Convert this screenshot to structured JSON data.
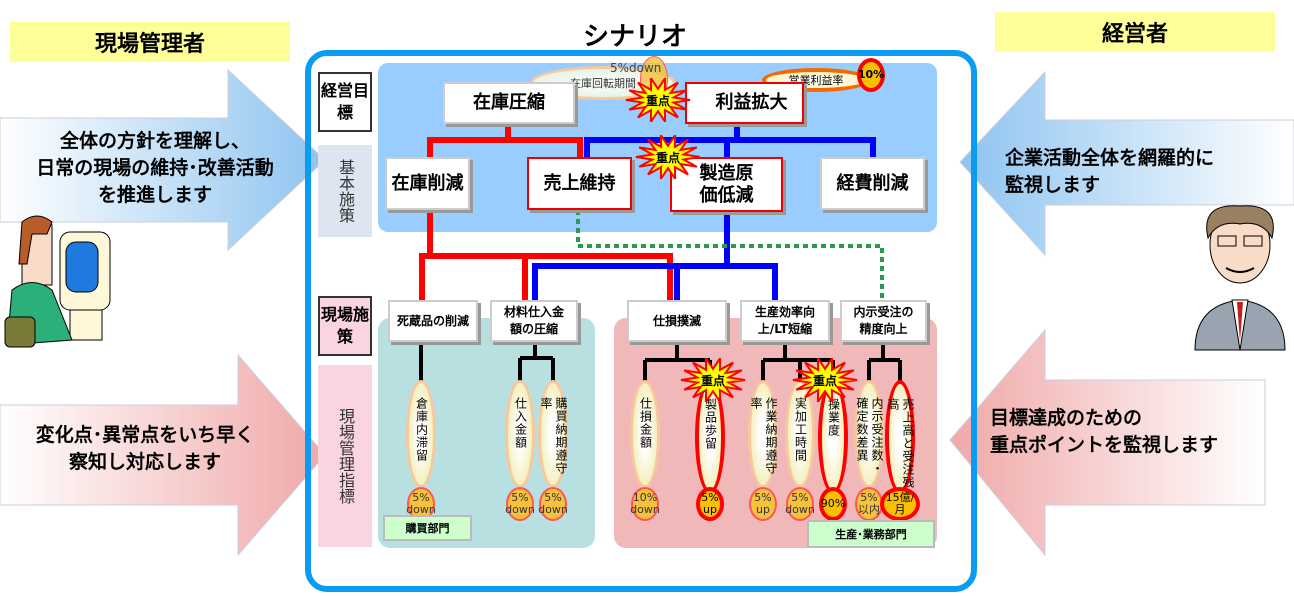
{
  "left": {
    "role": "現場管理者",
    "top_message": [
      "全体の方針を理解し、",
      "日常の現場の維持･改善活動",
      "を推進します"
    ],
    "bottom_message": [
      "変化点･異常点をいち早く",
      "察知し対応します"
    ]
  },
  "right": {
    "role": "経営者",
    "top_message": [
      "企業活動全体を網羅的に",
      "監視します"
    ],
    "bottom_message": [
      "目標達成のための",
      "重点ポイントを監視します"
    ]
  },
  "title": "シナリオ",
  "row_labels": {
    "goal": "経営目標",
    "basic": "基本施策",
    "field": "現場施策",
    "index": "現場管理指標"
  },
  "goals": {
    "left": "在庫圧縮",
    "right": "利益拡大"
  },
  "goal_kpis": [
    {
      "label": "在庫回転期間",
      "value": "5%down"
    },
    {
      "label": "営業利益率",
      "value": "10%"
    }
  ],
  "focus_label": "重点",
  "basic_measures": [
    "在庫削減",
    "売上維持",
    "製造原価低減",
    "経費削減"
  ],
  "field_measures": [
    "死蔵品の削減",
    "材料仕入金額の圧縮",
    "仕損撲滅",
    "生産効率向上/LT短縮",
    "内示受注の精度向上"
  ],
  "indicators": [
    {
      "label": "倉庫内滞留",
      "value": "5% down",
      "focus": false
    },
    {
      "label": "仕入金額",
      "value": "5% down",
      "focus": false
    },
    {
      "label": "購買納期遵守率",
      "value": "5% down",
      "focus": false
    },
    {
      "label": "仕損金額",
      "value": "10% down",
      "focus": false
    },
    {
      "label": "製品歩留",
      "value": "5% up",
      "focus": true
    },
    {
      "label": "作業納期遵守率",
      "value": "5% up",
      "focus": false
    },
    {
      "label": "実加工時間",
      "value": "5% down",
      "focus": false
    },
    {
      "label": "操業度",
      "value": "90%",
      "focus": true
    },
    {
      "label": "内示受注数・確定数差異",
      "value": "5% 以内",
      "focus": false
    },
    {
      "label": "売上高と受注残高",
      "value": "15億/月",
      "focus": true
    }
  ],
  "departments": [
    "購買部門",
    "生産･業務部門"
  ],
  "colors": {
    "frame": "#0a9cf0",
    "goal_area": "#99ccff",
    "purchase_area": "#b8e0e0",
    "production_area": "#f0b8b8",
    "focus_red": "#ff0000",
    "label_yellow": "#ffff99"
  }
}
